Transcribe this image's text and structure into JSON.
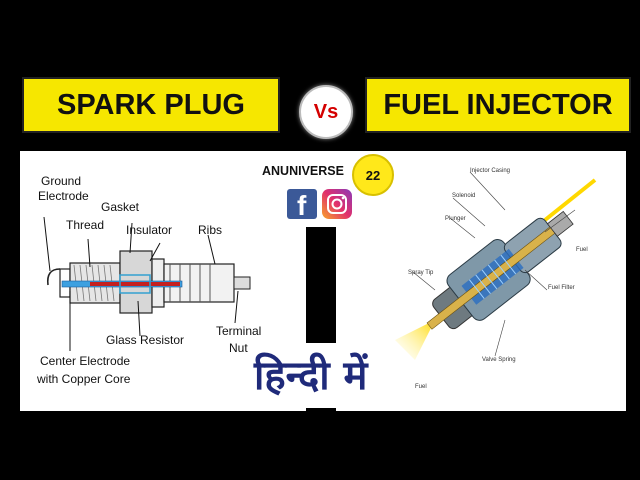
{
  "header": {
    "left_title": "SPARK PLUG",
    "vs": "Vs",
    "right_title": "FUEL INJECTOR"
  },
  "brand": {
    "name": "ANUNIVERSE",
    "badge": "22",
    "social_icons": [
      "facebook-icon",
      "instagram-icon"
    ],
    "hindi_text": "हिन्दी में"
  },
  "spark_plug_labels": {
    "ground_electrode_line1": "Ground",
    "ground_electrode_line2": "Electrode",
    "thread": "Thread",
    "gasket": "Gasket",
    "insulator": "Insulator",
    "ribs": "Ribs",
    "glass_resistor": "Glass Resistor",
    "terminal_nut_line1": "Terminal",
    "terminal_nut_line2": "Nut",
    "center_electrode_line1": "Center Electrode",
    "center_electrode_line2": "with Copper Core"
  },
  "injector_labels": {
    "injector_casing": "Injector Casing",
    "solenoid": "Solenoid",
    "plunger": "Plunger",
    "spray_tip": "Spray Tip",
    "fuel_top": "Fuel",
    "fuel_filter": "Fuel Filter",
    "valve_spring": "Valve Spring",
    "fuel_bottom": "Fuel"
  },
  "colors": {
    "title_bg": "#f6e700",
    "vs_text": "#d40000",
    "hindi_text": "#1f2a7a",
    "facebook": "#3b5998"
  }
}
